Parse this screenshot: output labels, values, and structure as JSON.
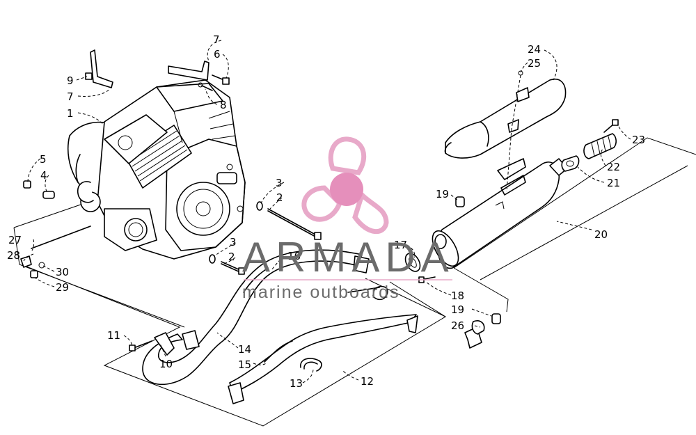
{
  "watermark": {
    "brand": "ARMADA",
    "tagline": "marine outboards",
    "text_color": "#6b6b6b",
    "logo_color": "#e8a9c9",
    "logo_center_color": "#e58fbb"
  },
  "callouts": [
    {
      "id": "c1",
      "text": "1"
    },
    {
      "id": "c2a",
      "text": "2"
    },
    {
      "id": "c2b",
      "text": "2"
    },
    {
      "id": "c3a",
      "text": "3"
    },
    {
      "id": "c3b",
      "text": "3"
    },
    {
      "id": "c4",
      "text": "4"
    },
    {
      "id": "c5",
      "text": "5"
    },
    {
      "id": "c6",
      "text": "6"
    },
    {
      "id": "c7a",
      "text": "7"
    },
    {
      "id": "c7b",
      "text": "7"
    },
    {
      "id": "c8",
      "text": "8"
    },
    {
      "id": "c9",
      "text": "9"
    },
    {
      "id": "c10",
      "text": "10"
    },
    {
      "id": "c11",
      "text": "11"
    },
    {
      "id": "c12",
      "text": "12"
    },
    {
      "id": "c13",
      "text": "13"
    },
    {
      "id": "c14",
      "text": "14"
    },
    {
      "id": "c15",
      "text": "15"
    },
    {
      "id": "c16",
      "text": "16"
    },
    {
      "id": "c17",
      "text": "17"
    },
    {
      "id": "c18",
      "text": "18"
    },
    {
      "id": "c19a",
      "text": "19"
    },
    {
      "id": "c19b",
      "text": "19"
    },
    {
      "id": "c20",
      "text": "20"
    },
    {
      "id": "c21",
      "text": "21"
    },
    {
      "id": "c22",
      "text": "22"
    },
    {
      "id": "c23",
      "text": "23"
    },
    {
      "id": "c24",
      "text": "24"
    },
    {
      "id": "c25",
      "text": "25"
    },
    {
      "id": "c26",
      "text": "26"
    },
    {
      "id": "c27",
      "text": "27"
    },
    {
      "id": "c28",
      "text": "28"
    },
    {
      "id": "c29",
      "text": "29"
    },
    {
      "id": "c30",
      "text": "30"
    }
  ]
}
